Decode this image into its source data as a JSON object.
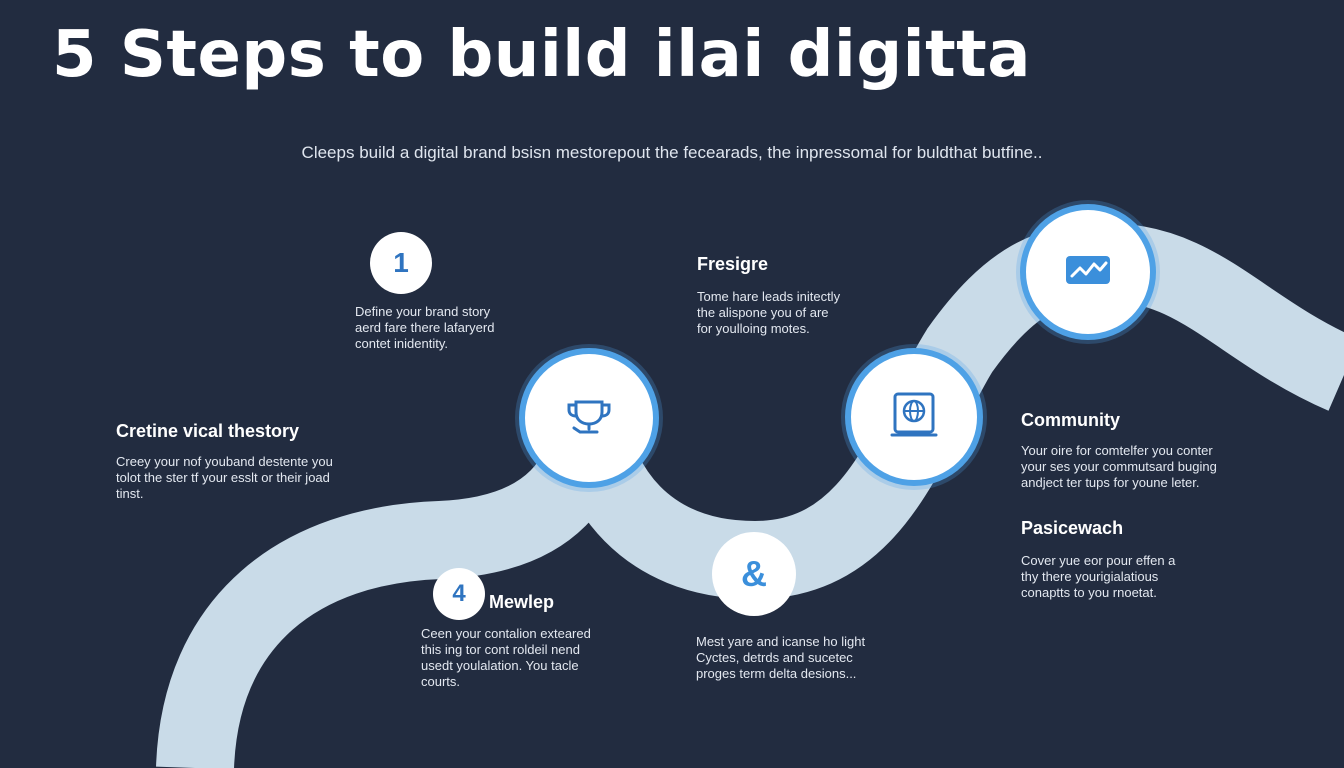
{
  "title": "5 Steps to build ilai digitta",
  "subtitle": "Cleeps build a digital brand bsisn mestorepout the fecearads, the inpressomal for buldthat butfine..",
  "steps": [
    {
      "badge": "1",
      "heading": "",
      "lines": [
        "Define your brand story",
        "aerd fare there lafaryerd",
        "contet inidentity."
      ],
      "icon": "number-badge"
    },
    {
      "badge": "",
      "heading": "Fresigre",
      "lines": [
        "Tome hare leads initectly",
        "the alispone you of are",
        "for youlloing motes."
      ],
      "icon": "line-chart-icon"
    },
    {
      "badge": "",
      "heading": "Cretine vical thestory",
      "lines": [
        "Creey your nof youband destente you",
        "tolot the ster tf your esslt or their joad",
        "tinst."
      ],
      "icon": "trophy-icon"
    },
    {
      "badge": "",
      "heading": "Community",
      "lines": [
        "Your oire for comtelfer you conter",
        "your ses your commutsard buging",
        "andject ter tups for youne leter."
      ],
      "icon": "globe-tablet-icon"
    },
    {
      "badge": "",
      "heading": "Pasicewach",
      "lines": [
        "Cover yue eor pour effen a",
        "thy there yourigialatious",
        "conaptts to you rnoetat."
      ],
      "icon": ""
    },
    {
      "badge": "4",
      "heading": "Mewlep",
      "lines": [
        "Ceen your contalion exteared",
        "this ing tor cont roldeil nend",
        "usedt youlalation. You tacle",
        "courts."
      ],
      "icon": "number-badge"
    },
    {
      "badge": "&",
      "heading": "",
      "lines": [
        "Mest yare and icanse ho light",
        "Cyctes, detrds and sucetec",
        "proges term delta desions..."
      ],
      "icon": "ampersand-icon"
    }
  ],
  "colors": {
    "background": "#222c40",
    "path": "#c9dbe8",
    "accent": "#4ea1e6",
    "badge_text": "#2f74c0"
  }
}
